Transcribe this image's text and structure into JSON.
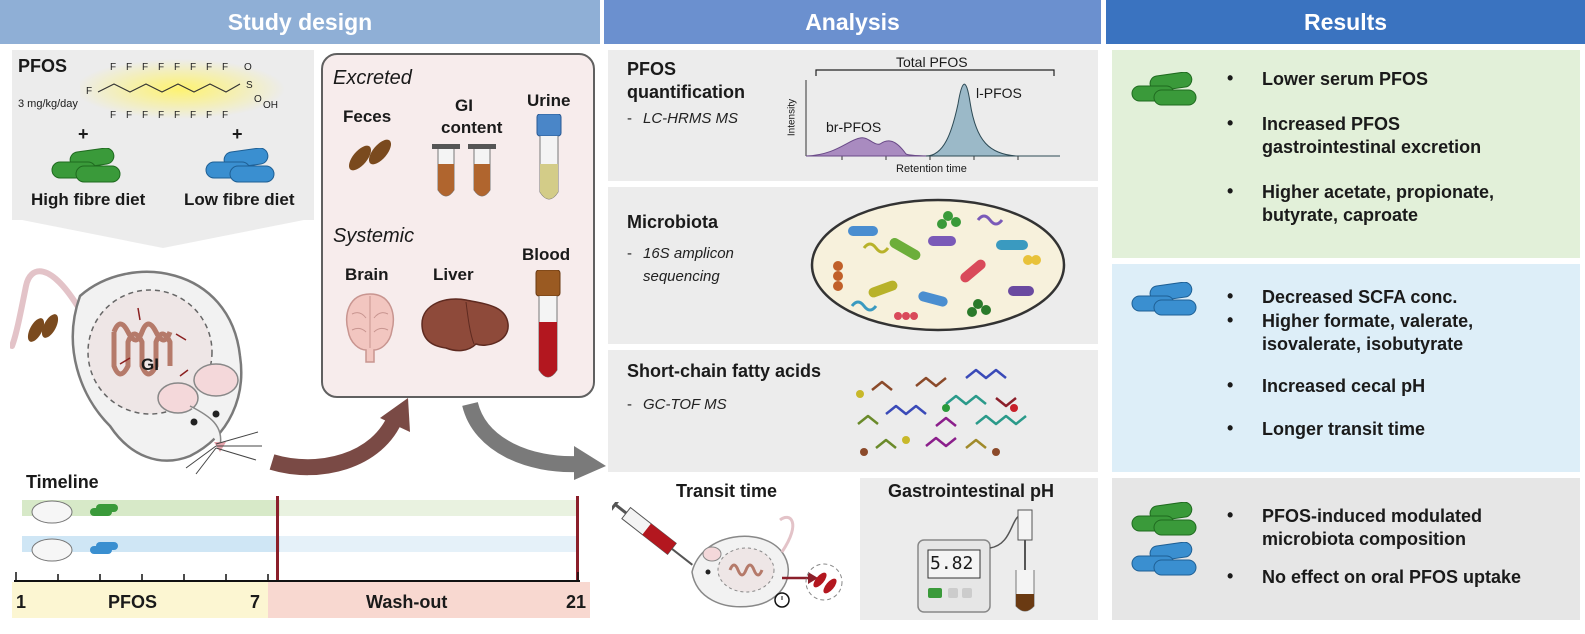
{
  "headers": {
    "study_design": "Study design",
    "analysis": "Analysis",
    "results": "Results"
  },
  "study": {
    "pfos_label": "PFOS",
    "dose": "3 mg/kg/day",
    "plus": "+",
    "high_fibre": "High fibre diet",
    "low_fibre": "Low fibre diet",
    "gi_label": "GI",
    "excreted": "Excreted",
    "feces": "Feces",
    "gi_content_1": "GI",
    "gi_content_2": "content",
    "urine": "Urine",
    "systemic": "Systemic",
    "brain": "Brain",
    "liver": "Liver",
    "blood": "Blood"
  },
  "timeline": {
    "title": "Timeline",
    "day_start": "1",
    "pfos_phase": "PFOS",
    "day_mid": "7",
    "washout_phase": "Wash-out",
    "day_end": "21"
  },
  "analysis": {
    "pfos_quant_1": "PFOS",
    "pfos_quant_2": "quantification",
    "pfos_method": "LC-HRMS MS",
    "chrom_total": "Total PFOS",
    "chrom_br": "br-PFOS",
    "chrom_l": "l-PFOS",
    "chrom_y": "Intensity",
    "chrom_x": "Retention time",
    "microbiota": "Microbiota",
    "micro_method_1": "16S amplicon",
    "micro_method_2": "sequencing",
    "scfa": "Short-chain fatty acids",
    "scfa_method": "GC-TOF MS",
    "transit": "Transit time",
    "gi_ph": "Gastrointestinal pH",
    "ph_value": "5.82",
    "dash": "-"
  },
  "results": {
    "high_fibre_items": [
      "Lower serum PFOS",
      "Increased PFOS",
      "gastrointestinal excretion",
      "Higher acetate, propionate,",
      "butyrate, caproate"
    ],
    "low_fibre_items": [
      "Decreased SCFA conc.",
      "Higher formate, valerate,",
      "isovalerate, isobutyrate",
      "Increased cecal pH",
      "Longer transit time"
    ],
    "both_items": [
      "PFOS-induced modulated",
      "microbiota composition",
      "No effect on oral PFOS uptake"
    ],
    "bullet": "•"
  },
  "colors": {
    "high_fibre": "#3a9a3a",
    "low_fibre": "#3a8fd0",
    "results_green": "#e2f0d9",
    "results_blue": "#ddeef8",
    "results_grey": "#e6e6e6",
    "arrow_brown": "#7a4a45",
    "arrow_grey": "#7a7a7a"
  }
}
